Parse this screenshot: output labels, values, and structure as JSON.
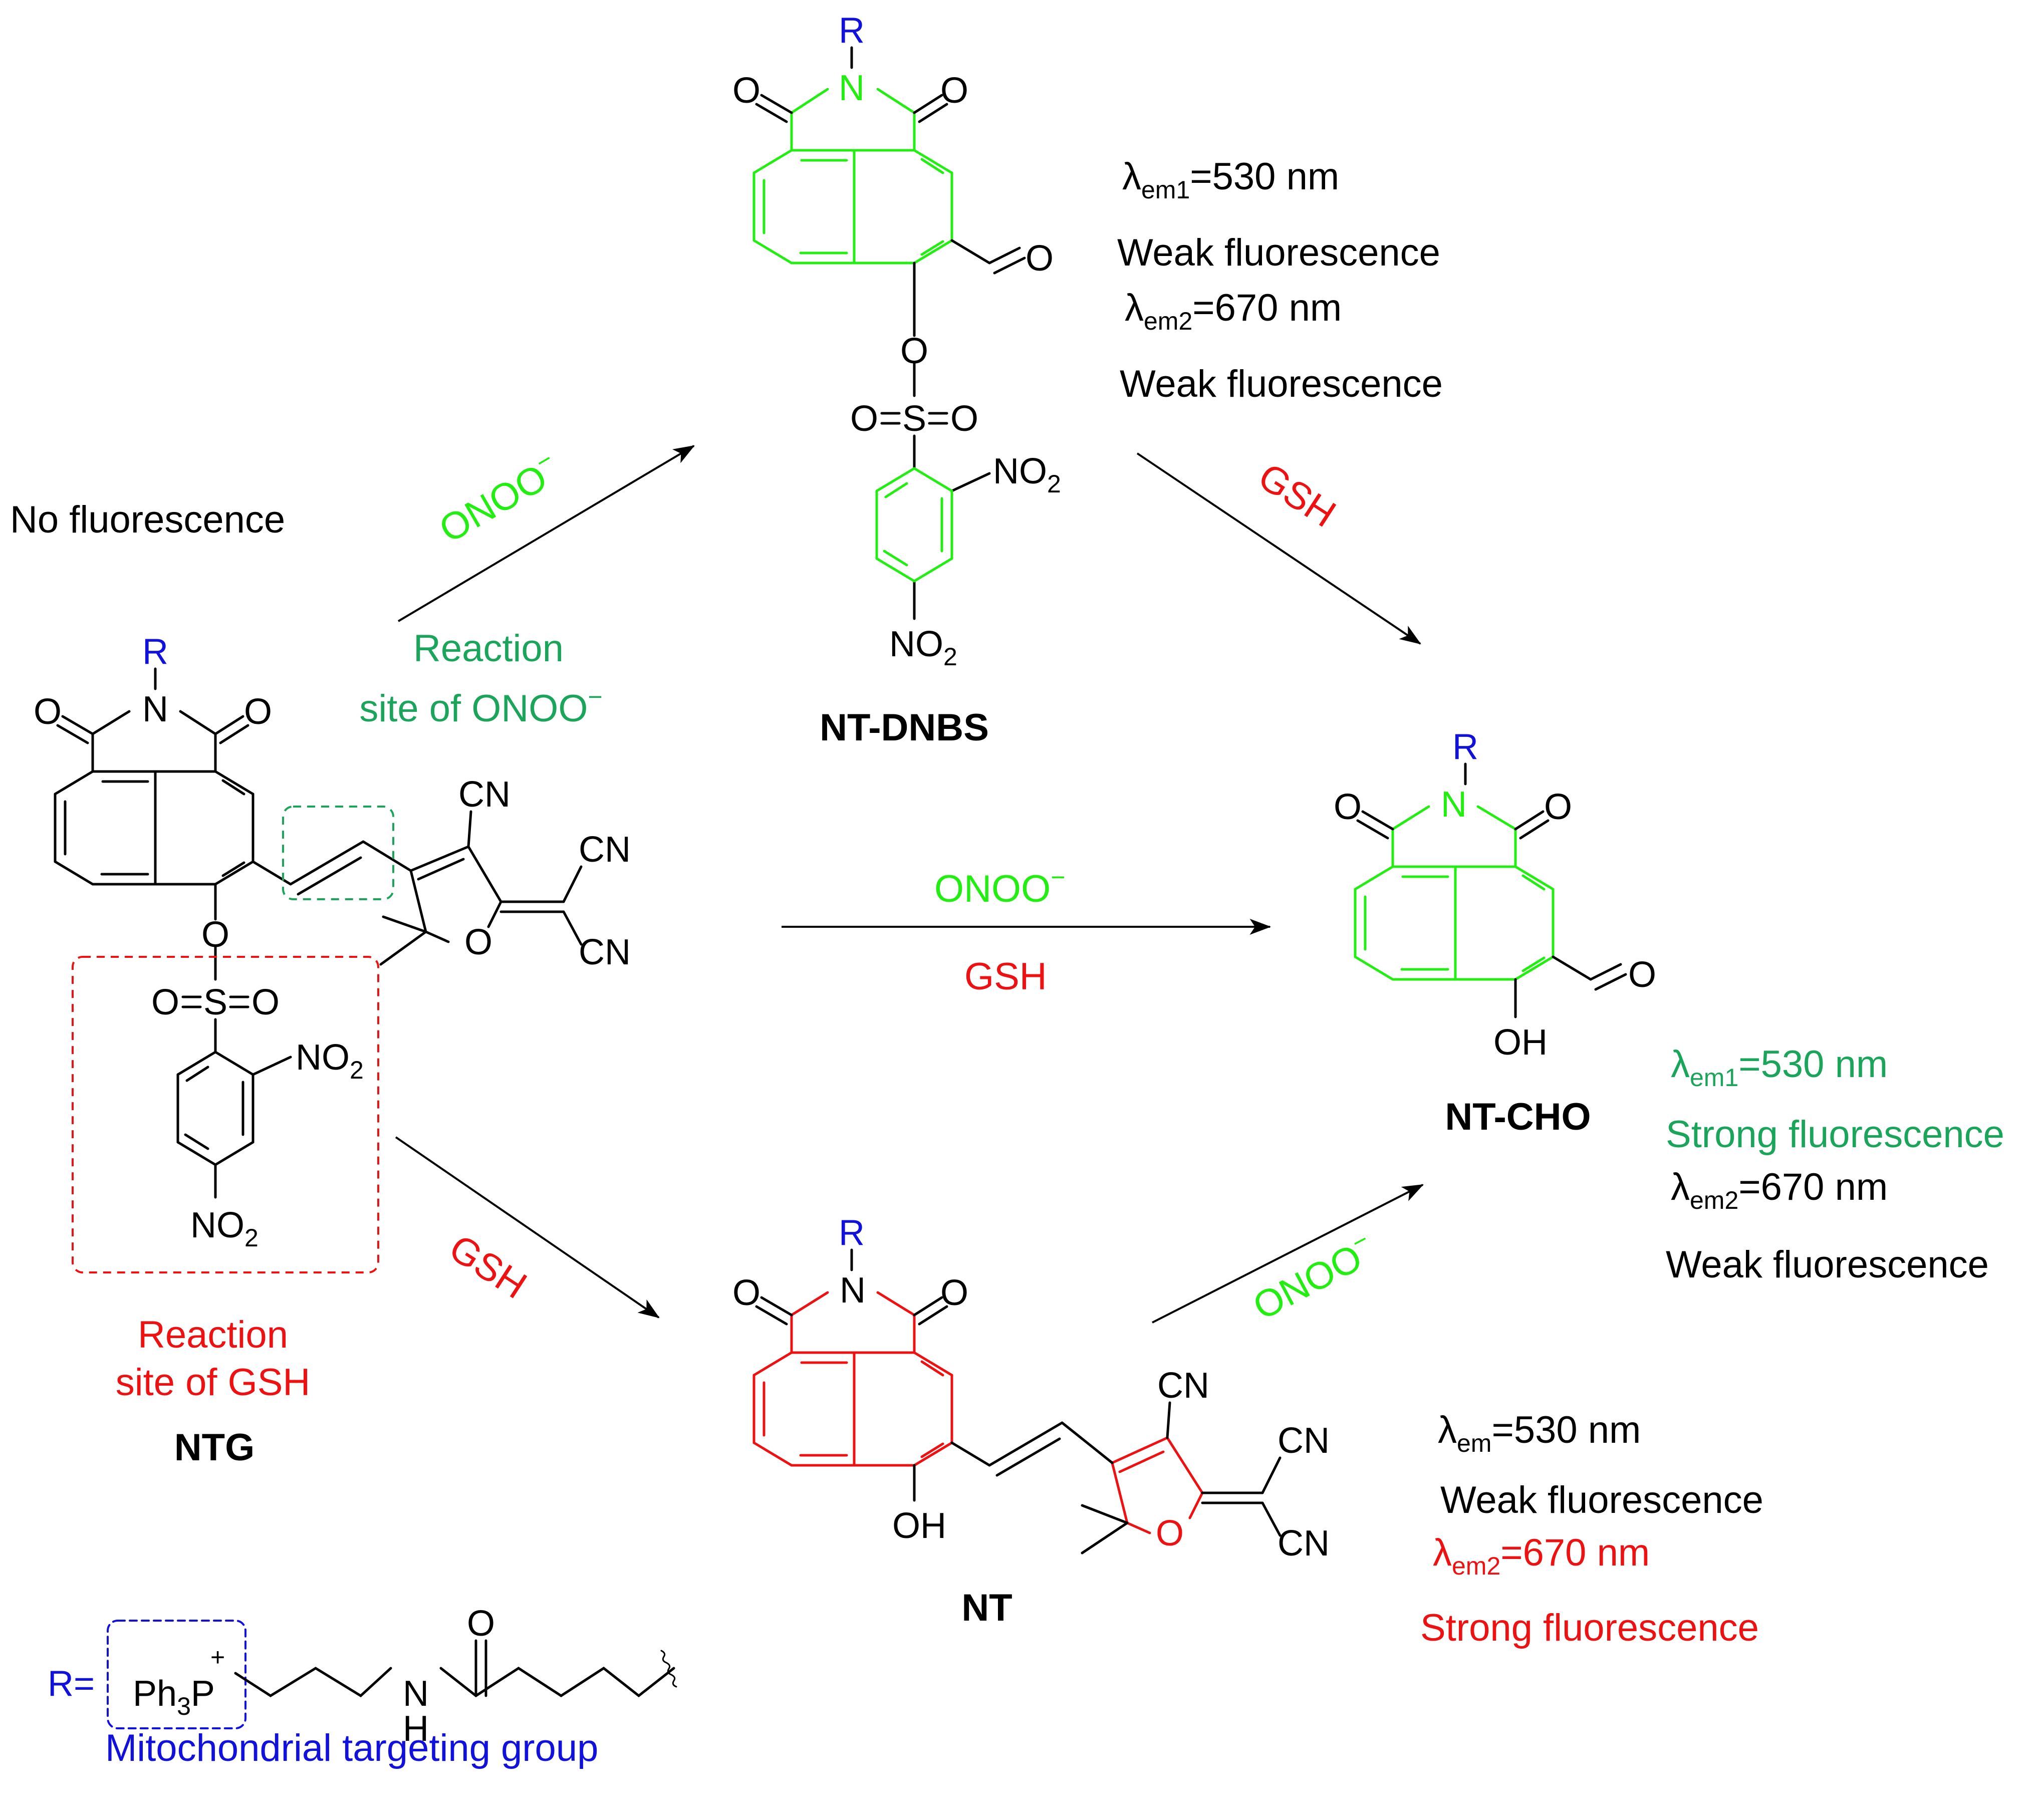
{
  "colors": {
    "black": "#000000",
    "green": "#22ee11",
    "teal": "#1aa55a",
    "red": "#ee1111",
    "blue": "#1111dd"
  },
  "compounds": {
    "ntg": "NTG",
    "ntdnbs": "NT-DNBS",
    "ntcho": "NT-CHO",
    "nt": "NT"
  },
  "atoms": {
    "R": "R",
    "N": "N",
    "O": "O",
    "CN": "CN",
    "NO2_main": "NO",
    "NO2_sub": "2",
    "S": "S",
    "OH": "OH",
    "H": "H",
    "Ph": "Ph",
    "Ph_sub": "3",
    "P": "P",
    "plus": "+",
    "R_eq": "R="
  },
  "reagents": {
    "onoo_main": "ONOO",
    "onoo_sup": "−",
    "gsh": "GSH"
  },
  "annotations": {
    "no_fluorescence": "No fluorescence",
    "reaction": "Reaction",
    "site_of": "site of ONOO",
    "site_of_sup": "−",
    "site_of_gsh": "site of GSH",
    "mito": "Mitochondrial targeting group"
  },
  "emission": {
    "lambda": "λ",
    "em1_sub": "em1",
    "em2_sub": "em2",
    "em_sub": "em",
    "v530": "=530 nm",
    "v670": "=670 nm",
    "weak": "Weak fluorescence",
    "strong": "Strong fluorescence"
  }
}
